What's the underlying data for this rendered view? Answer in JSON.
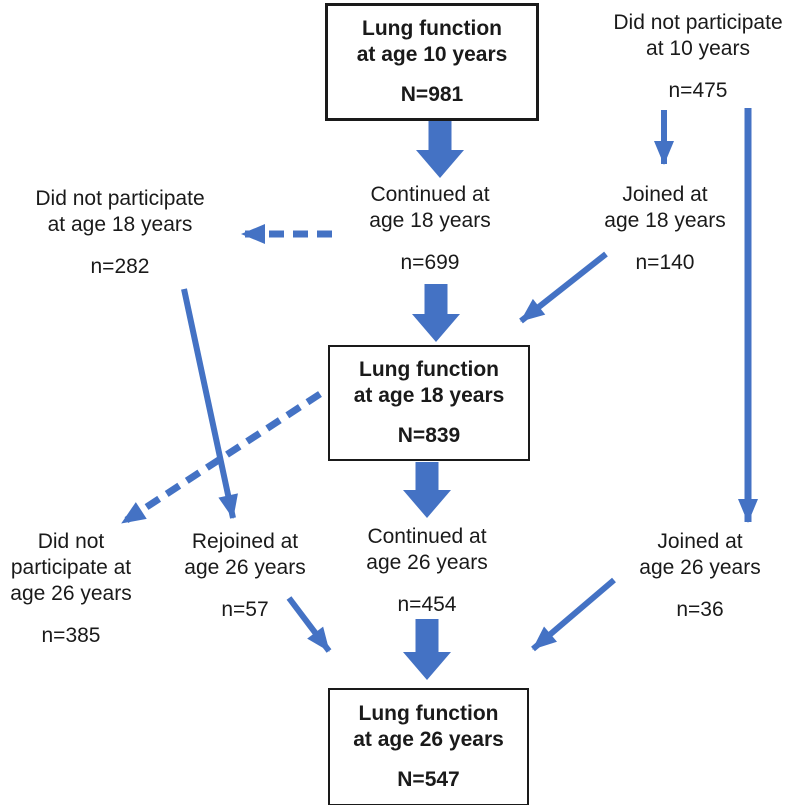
{
  "figure": {
    "title": "Lung function study participation flow diagram",
    "colors": {
      "accent": "#4472C4",
      "border": "#1a1a1a",
      "background": "#ffffff"
    }
  },
  "boxes": {
    "age10": {
      "line1": "Lung function",
      "line2": "at age 10 years",
      "n": "N=981"
    },
    "age18": {
      "line1": "Lung function",
      "line2": "at age 18 years",
      "n": "N=839"
    },
    "age26": {
      "line1": "Lung function",
      "line2": "at age 26 years",
      "n": "N=547"
    }
  },
  "labels": {
    "not_participate_10": {
      "line1": "Did not participate",
      "line2": "at 10 years",
      "n": "n=475"
    },
    "continued_18": {
      "line1": "Continued at",
      "line2": "age 18 years",
      "n": "n=699"
    },
    "joined_18": {
      "line1": "Joined at",
      "line2": "age 18 years",
      "n": "n=140"
    },
    "not_participate_18": {
      "line1": "Did not participate",
      "line2": "at age 18 years",
      "n": "n=282"
    },
    "not_participate_26": {
      "line1": "Did not",
      "line2": "participate at",
      "line3": "age 26 years",
      "n": "n=385"
    },
    "rejoined_26": {
      "line1": "Rejoined at",
      "line2": "age 26 years",
      "n": "n=57"
    },
    "continued_26": {
      "line1": "Continued at",
      "line2": "age 26 years",
      "n": "n=454"
    },
    "joined_26": {
      "line1": "Joined at",
      "line2": "age 26 years",
      "n": "n=36"
    }
  }
}
